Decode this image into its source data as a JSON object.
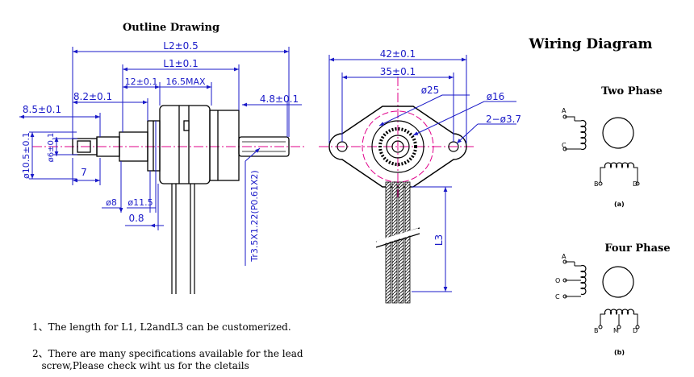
{
  "outline": {
    "title": "Outline Drawing",
    "dims": {
      "L2": "L2±0.5",
      "L1": "L1±0.1",
      "d12": "12±0.1",
      "d165": "16.5MAX",
      "d82": "8.2±0.1",
      "d85": "8.5±0.1",
      "d48": "4.8±0.1",
      "phi105": "ø10.5±0.1",
      "phi6": "ø6±0.1",
      "d7": "7",
      "phi8": "ø8",
      "phi115": "ø11.5",
      "d08": "0.8",
      "screw": "Tr3.5X1.22(P0.61X2)"
    }
  },
  "front": {
    "dims": {
      "d42": "42±0.1",
      "d35": "35±0.1",
      "phi25": "ø25",
      "phi16": "ø16",
      "holes": "2−ø3.7",
      "L3": "L3"
    }
  },
  "wiring": {
    "title": "Wiring Diagram",
    "two_phase": {
      "title": "Two Phase",
      "caption": "(a)",
      "labels": [
        "A",
        "C",
        "B",
        "D"
      ]
    },
    "four_phase": {
      "title": "Four Phase",
      "caption": "(b)",
      "labels": [
        "A",
        "O",
        "C",
        "B",
        "M",
        "D"
      ]
    }
  },
  "notes": [
    "1、The length for L1, L2andL3 can be customerized.",
    "2、There are many specifications available for the lead\n   screw,Please check wiht us for the cletails"
  ]
}
